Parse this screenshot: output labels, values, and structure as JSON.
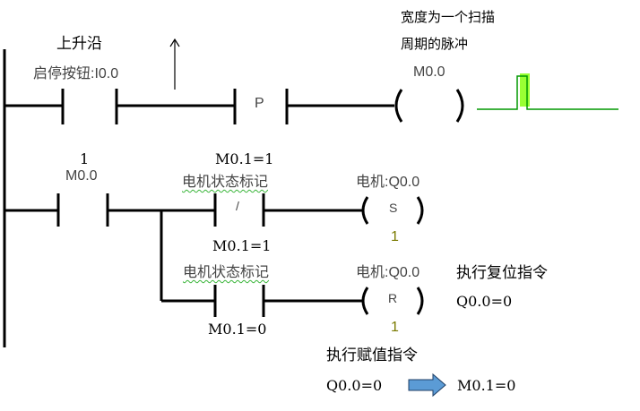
{
  "annotations": {
    "rising_edge": "上升沿",
    "pulse_line1": "宽度为一个扫描",
    "pulse_line2": "周期的脉冲",
    "reset_exec": "执行复位指令",
    "reset_result": "Q0.0=0",
    "assign_exec": "执行赋值指令",
    "assign_from": "Q0.0=0",
    "assign_to": "M0.1=0"
  },
  "network1": {
    "contact_label": "启停按钮:I0.0",
    "edge_instr": "P",
    "coil_label": "M0.0"
  },
  "network2": {
    "contact_state": "1",
    "contact_label": "M0.0",
    "nc_contact_state": "M0.1=1",
    "nc_contact_label": "电机状态标记",
    "nc_symbol": "/",
    "set_coil_label": "电机:Q0.0",
    "set_coil_instr": "S",
    "set_coil_count": "1",
    "no_contact_state_top": "M0.1=1",
    "no_contact_label": "电机状态标记",
    "no_contact_state_bottom": "M0.1=0",
    "reset_coil_label": "电机:Q0.0",
    "reset_coil_instr": "R",
    "reset_coil_count": "1"
  },
  "colors": {
    "wire": "#000000",
    "pulse_line": "#009900",
    "pulse_highlight": "#99ff33",
    "arrow_fill": "#5b9bd5",
    "count_text": "#7a7a00"
  }
}
